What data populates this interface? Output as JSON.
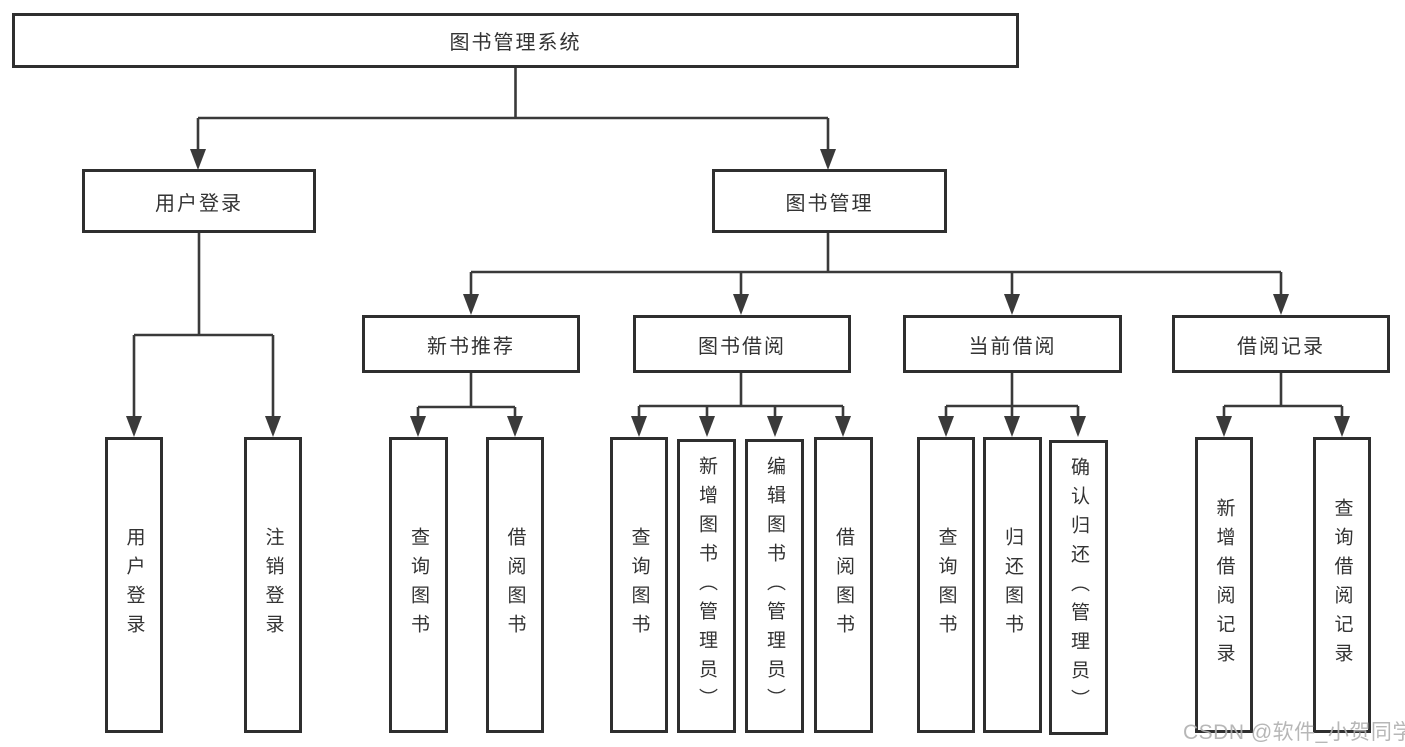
{
  "diagram_title": "图书管理系统",
  "hierarchy": {
    "label": "图书管理系统",
    "children": [
      {
        "label": "用户登录",
        "children": [
          {
            "label": "用户登录"
          },
          {
            "label": "注销登录"
          }
        ]
      },
      {
        "label": "图书管理",
        "children": [
          {
            "label": "新书推荐",
            "children": [
              {
                "label": "查询图书"
              },
              {
                "label": "借阅图书"
              }
            ]
          },
          {
            "label": "图书借阅",
            "children": [
              {
                "label": "查询图书"
              },
              {
                "label": "新增图书（管理员）"
              },
              {
                "label": "编辑图书（管理员）"
              },
              {
                "label": "借阅图书"
              }
            ]
          },
          {
            "label": "当前借阅",
            "children": [
              {
                "label": "查询图书"
              },
              {
                "label": "归还图书"
              },
              {
                "label": "确认归还（管理员）"
              }
            ]
          },
          {
            "label": "借阅记录",
            "children": [
              {
                "label": "新增借阅记录"
              },
              {
                "label": "查询借阅记录"
              }
            ]
          }
        ]
      }
    ]
  },
  "watermark": "CSDN @软件_小贺同学",
  "colors": {
    "line": "#3a3a3a",
    "border": "#2f2f2f",
    "text": "#333333",
    "watermark": "#b0b0b0"
  }
}
